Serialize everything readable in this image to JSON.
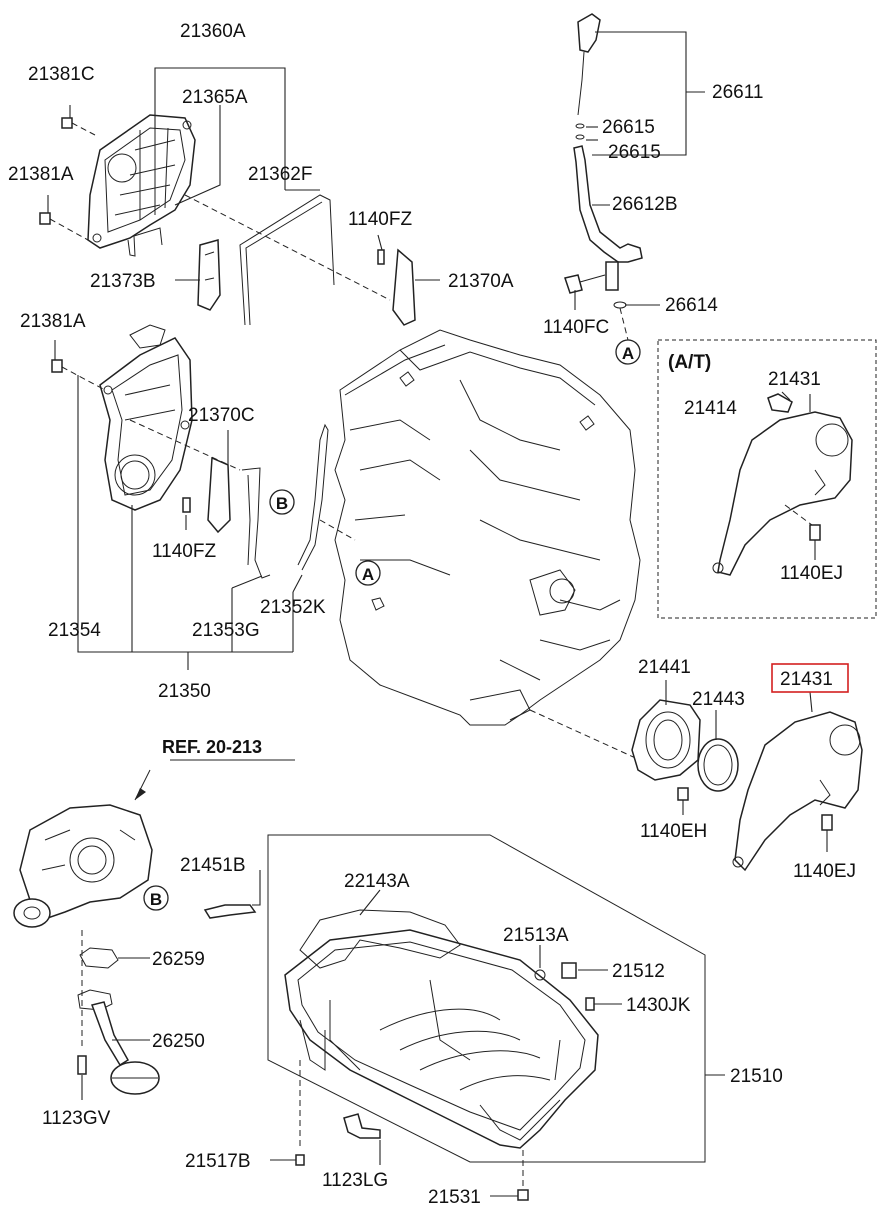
{
  "labels": {
    "l21360A": "21360A",
    "l21381C": "21381C",
    "l21365A": "21365A",
    "l21381A_top": "21381A",
    "l21362F": "21362F",
    "l1140FZ_top": "1140FZ",
    "l21373B": "21373B",
    "l21370A": "21370A",
    "l21381A_mid": "21381A",
    "l21370C": "21370C",
    "l1140FZ_mid": "1140FZ",
    "l21354": "21354",
    "l21353G": "21353G",
    "l21352K": "21352K",
    "l21350": "21350",
    "l26611": "26611",
    "l26615a": "26615",
    "l26615b": "26615",
    "l26612B": "26612B",
    "l26614": "26614",
    "l1140FC": "1140FC",
    "lAT": "(A/T)",
    "l21431_at": "21431",
    "l21414": "21414",
    "l1140EJ_at": "1140EJ",
    "l21441": "21441",
    "l21443": "21443",
    "l21431": "21431",
    "l1140EH": "1140EH",
    "l1140EJ": "1140EJ",
    "lREF": "REF. 20-213",
    "l21451B": "21451B",
    "l22143A": "22143A",
    "l21513A": "21513A",
    "l21512": "21512",
    "l1430JK": "1430JK",
    "l26259": "26259",
    "l26250": "26250",
    "l1123GV": "1123GV",
    "l21510": "21510",
    "l21517B": "21517B",
    "l1123LG": "1123LG",
    "l21531": "21531"
  },
  "callouts": {
    "A": "A",
    "B": "B"
  },
  "highlight": {
    "part": "21431",
    "color": "#d42020"
  }
}
